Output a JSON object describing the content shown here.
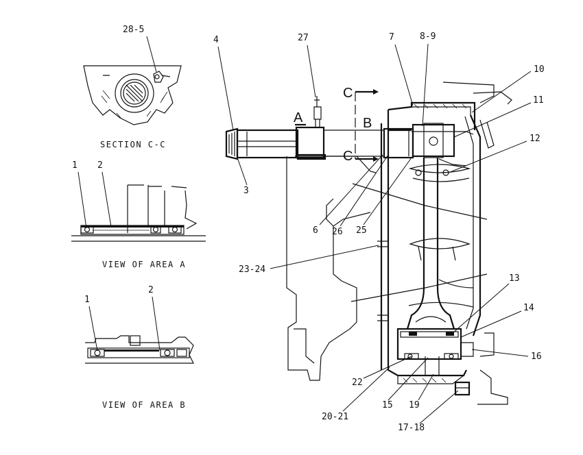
{
  "captions": {
    "section_cc": "SECTION C-C",
    "view_a": "VIEW OF AREA A",
    "view_b": "VIEW OF AREA B"
  },
  "callouts": {
    "c28_5": "28-5",
    "c4": "4",
    "c27": "27",
    "c7": "7",
    "c8_9": "8-9",
    "c10": "10",
    "c11": "11",
    "c12": "12",
    "c3": "3",
    "c6": "6",
    "c26": "26",
    "c25": "25",
    "c23_24": "23-24",
    "c13": "13",
    "c14": "14",
    "c16": "16",
    "c22": "22",
    "c15": "15",
    "c19": "19",
    "c20_21": "20-21",
    "c17_18": "17-18",
    "a1_num": "1",
    "a2_num": "2",
    "b1_num": "1",
    "b2_num": "2"
  },
  "section_marks": {
    "c_top": "C",
    "c_bottom": "C",
    "a": "A",
    "b": "B"
  }
}
